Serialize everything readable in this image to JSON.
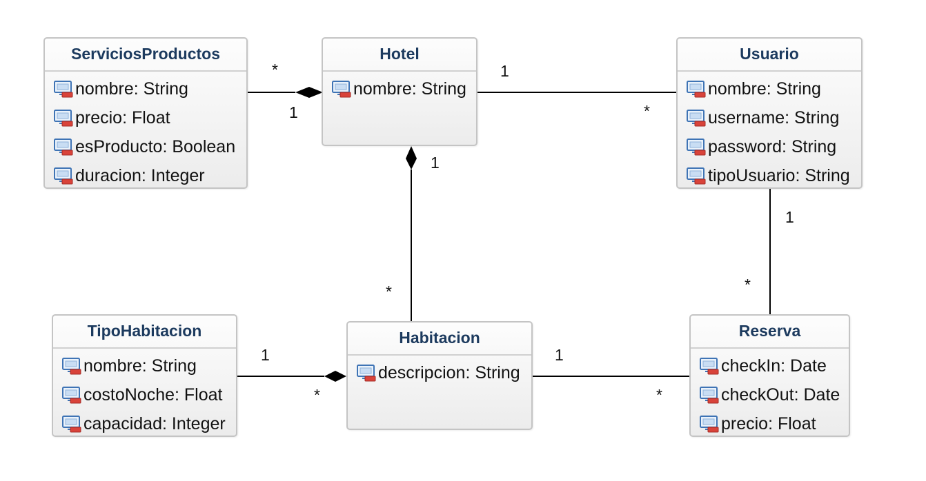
{
  "classes": {
    "servicios": {
      "name": "ServiciosProductos",
      "attributes": [
        "nombre: String",
        "precio: Float",
        "esProducto: Boolean",
        "duracion: Integer"
      ]
    },
    "hotel": {
      "name": "Hotel",
      "attributes": [
        "nombre: String"
      ]
    },
    "usuario": {
      "name": "Usuario",
      "attributes": [
        "nombre: String",
        "username: String",
        "password: String",
        "tipoUsuario: String"
      ]
    },
    "tipo": {
      "name": "TipoHabitacion",
      "attributes": [
        "nombre: String",
        "costoNoche: Float",
        "capacidad: Integer"
      ]
    },
    "habitacion": {
      "name": "Habitacion",
      "attributes": [
        "descripcion: String"
      ]
    },
    "reserva": {
      "name": "Reserva",
      "attributes": [
        "checkIn: Date",
        "checkOut: Date",
        "precio: Float"
      ]
    }
  },
  "multiplicities": {
    "servicios_side": "*",
    "hotel_side_servicios": "1",
    "hotel_side_usuario": "1",
    "usuario_side_hotel": "*",
    "hotel_side_habitacion": "1",
    "habitacion_side_hotel": "*",
    "usuario_side_reserva": "1",
    "reserva_side_usuario": "*",
    "tipo_side": "1",
    "habitacion_side_tipo": "*",
    "habitacion_side_reserva": "1",
    "reserva_side_habitacion": "*"
  },
  "relationships": [
    {
      "from": "ServiciosProductos",
      "to": "Hotel",
      "kind": "composition"
    },
    {
      "from": "Hotel",
      "to": "Usuario",
      "kind": "association"
    },
    {
      "from": "Habitacion",
      "to": "Hotel",
      "kind": "composition"
    },
    {
      "from": "Usuario",
      "to": "Reserva",
      "kind": "association"
    },
    {
      "from": "TipoHabitacion",
      "to": "Habitacion",
      "kind": "composition"
    },
    {
      "from": "Habitacion",
      "to": "Reserva",
      "kind": "association"
    }
  ]
}
